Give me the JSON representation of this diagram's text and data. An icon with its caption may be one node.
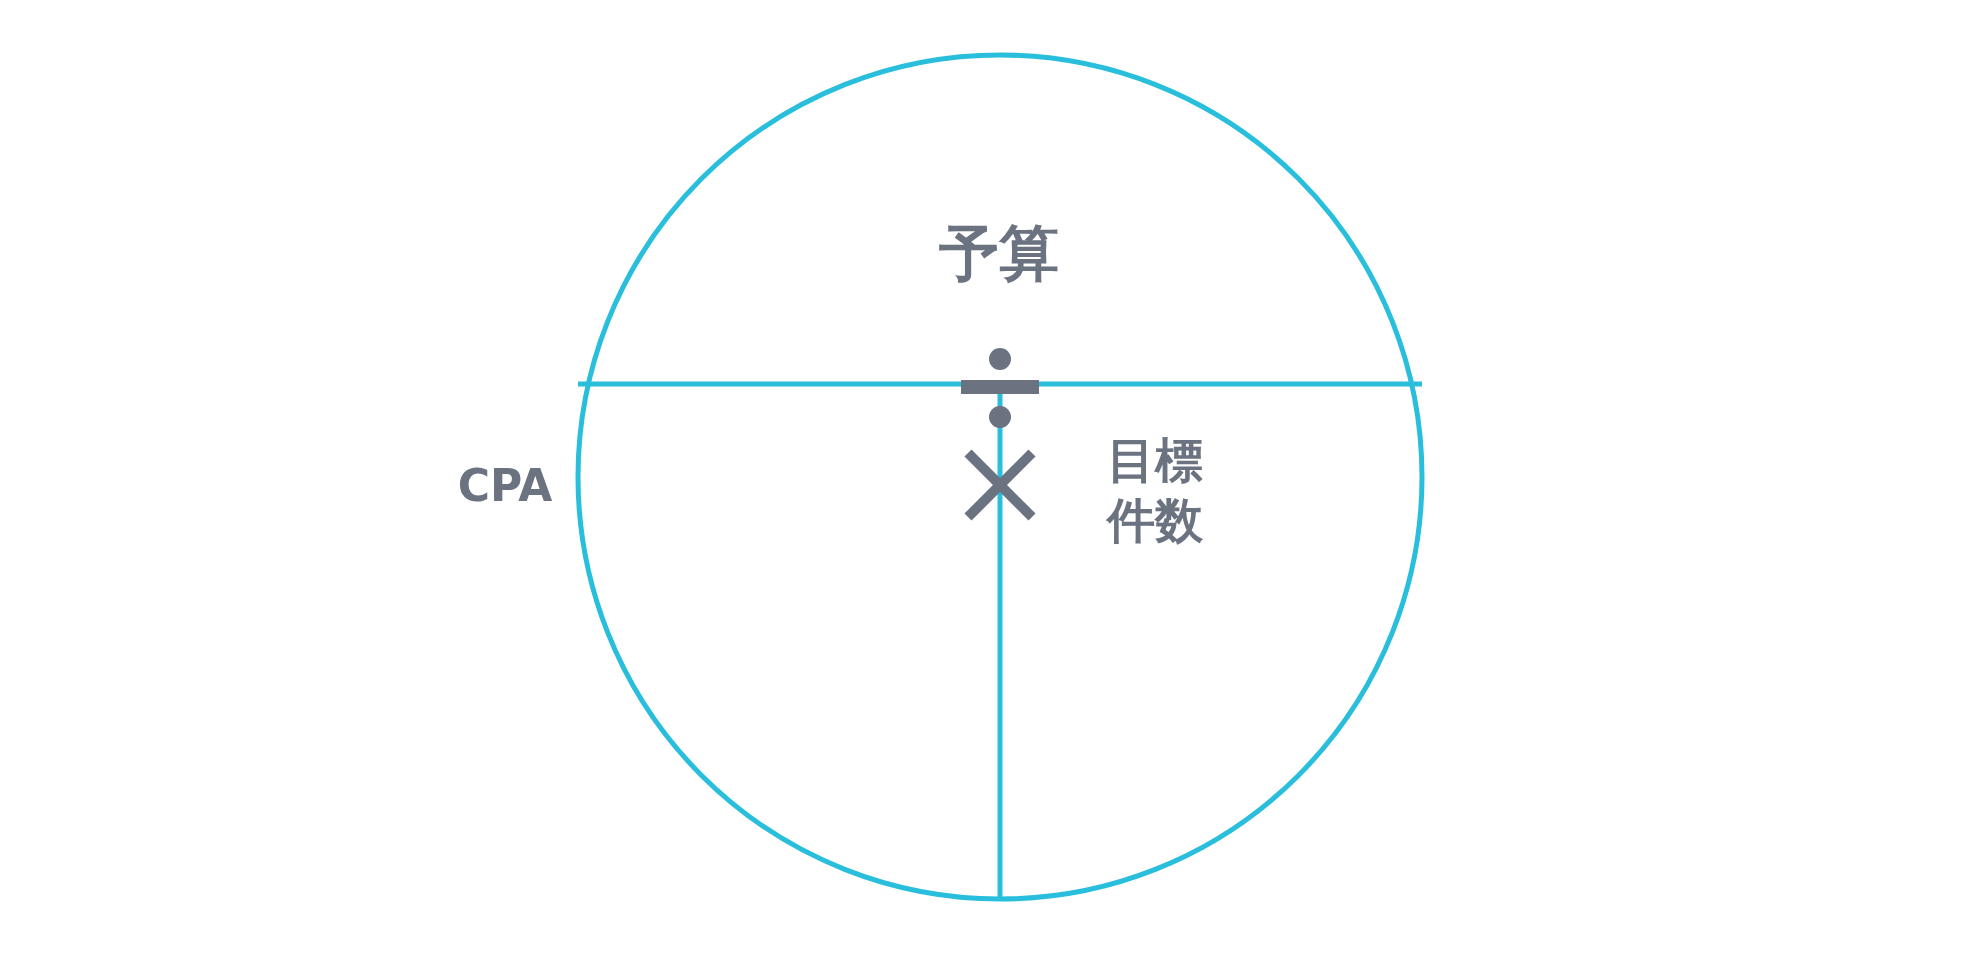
{
  "diagram": {
    "nodes": [
      {
        "text": [
          "予算"
        ]
      },
      {
        "text": [
          "CPA"
        ]
      },
      {
        "text": [
          "目標件数"
        ]
      }
    ]
  }
}
